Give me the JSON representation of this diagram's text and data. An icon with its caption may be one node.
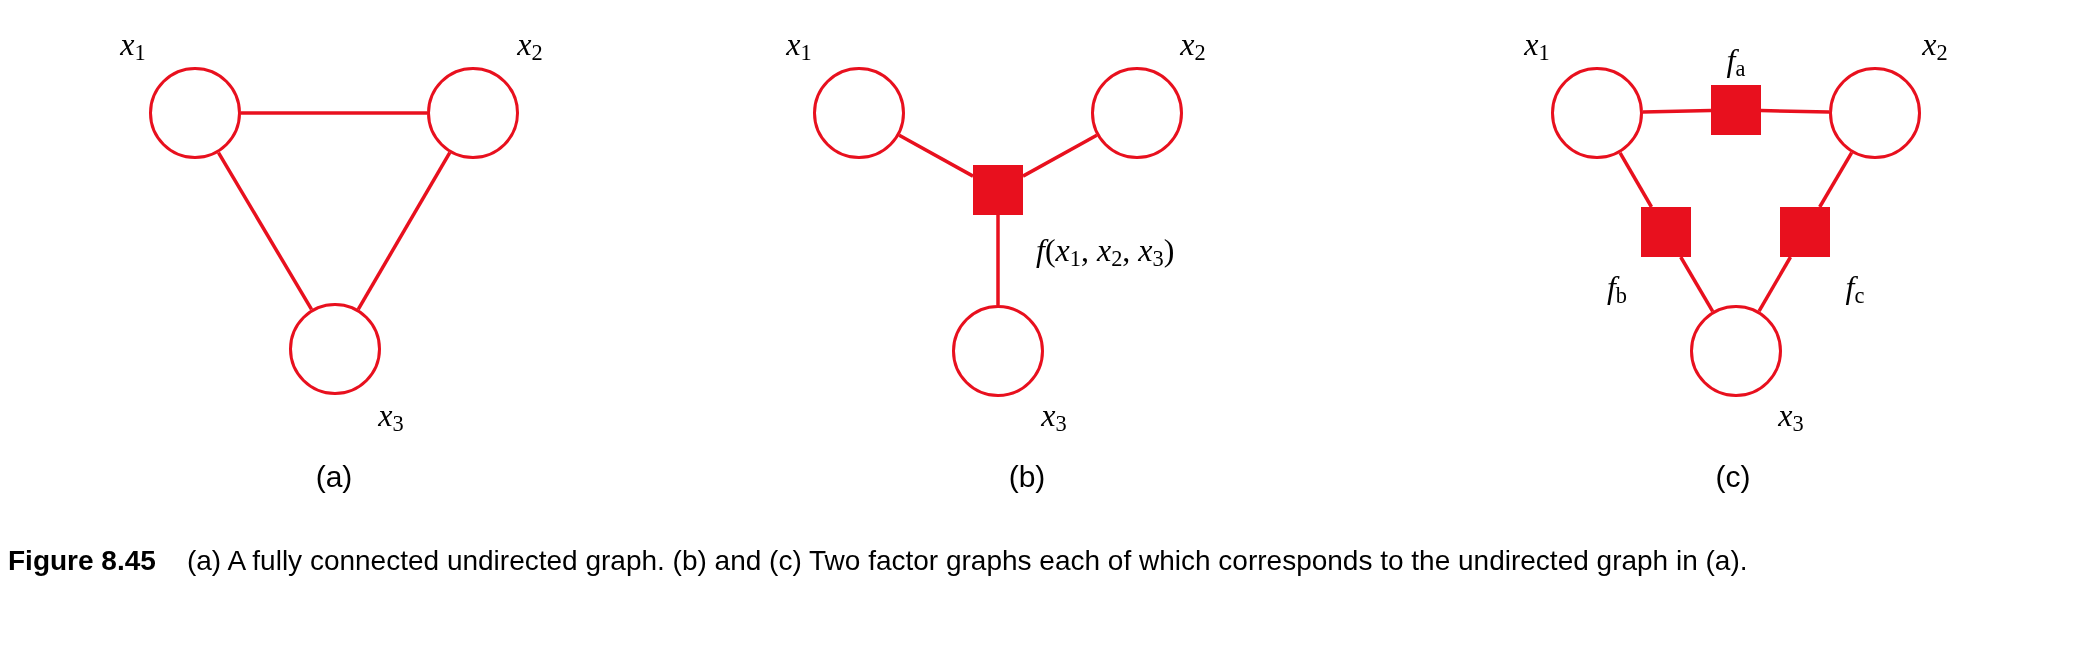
{
  "diagram": {
    "caption": "**Figure 8.45**    (a) A fully connected undirected graph. (b) and (c) Two factor graphs each of which corresponds to the undirected graph in (a).",
    "nodes": [
      {
        "text": [],
        "shape": "circle",
        "beside": [
          "*x*$_{1}$"
        ]
      },
      {
        "text": [],
        "shape": "circle",
        "beside": [
          "*x*$_{2}$"
        ]
      },
      {
        "text": [],
        "shape": "circle",
        "beside": [
          "*x*$_{3}$"
        ]
      },
      {
        "text": [],
        "shape": "circle",
        "beside": [
          "*x*$_{1}$"
        ]
      },
      {
        "text": [],
        "shape": "circle",
        "beside": [
          "*x*$_{2}$"
        ]
      },
      {
        "text": [],
        "shape": "box",
        "beside": [
          "*f*(*x*$_{1}$, *x*$_{2}$, *x*$_{3}$)"
        ]
      },
      {
        "text": [],
        "shape": "circle",
        "beside": [
          "*x*$_{3}$"
        ]
      },
      {
        "text": [],
        "shape": "circle",
        "beside": [
          "*x*$_{1}$"
        ]
      },
      {
        "text": [],
        "shape": "box",
        "beside": [
          "*f*$_{a}$"
        ]
      },
      {
        "text": [],
        "shape": "circle",
        "beside": [
          "*x*$_{2}$"
        ]
      },
      {
        "text": [],
        "shape": "box",
        "beside": [
          "*f*$_{b}$"
        ]
      },
      {
        "text": [],
        "shape": "box",
        "beside": [
          "*f*$_{c}$"
        ]
      },
      {
        "text": [],
        "shape": "circle",
        "beside": [
          "*x*$_{3}$"
        ]
      }
    ],
    "edges": [
      {
        "from": 0,
        "to": 1,
        "arrow": "none"
      },
      {
        "from": 0,
        "to": 2,
        "arrow": "none"
      },
      {
        "from": 1,
        "to": 2,
        "arrow": "none"
      },
      {
        "from": 3,
        "to": 5,
        "arrow": "none"
      },
      {
        "from": 4,
        "to": 5,
        "arrow": "none"
      },
      {
        "from": 5,
        "to": 6,
        "arrow": "none"
      },
      {
        "from": 7,
        "to": 8,
        "arrow": "none"
      },
      {
        "from": 8,
        "to": 9,
        "arrow": "none"
      },
      {
        "from": 7,
        "to": 10,
        "arrow": "none"
      },
      {
        "from": 10,
        "to": 12,
        "arrow": "none"
      },
      {
        "from": 9,
        "to": 11,
        "arrow": "none"
      },
      {
        "from": 11,
        "to": 12,
        "arrow": "none"
      }
    ],
    "labels": [
      "(a)",
      "(b)",
      "(c)"
    ]
  }
}
